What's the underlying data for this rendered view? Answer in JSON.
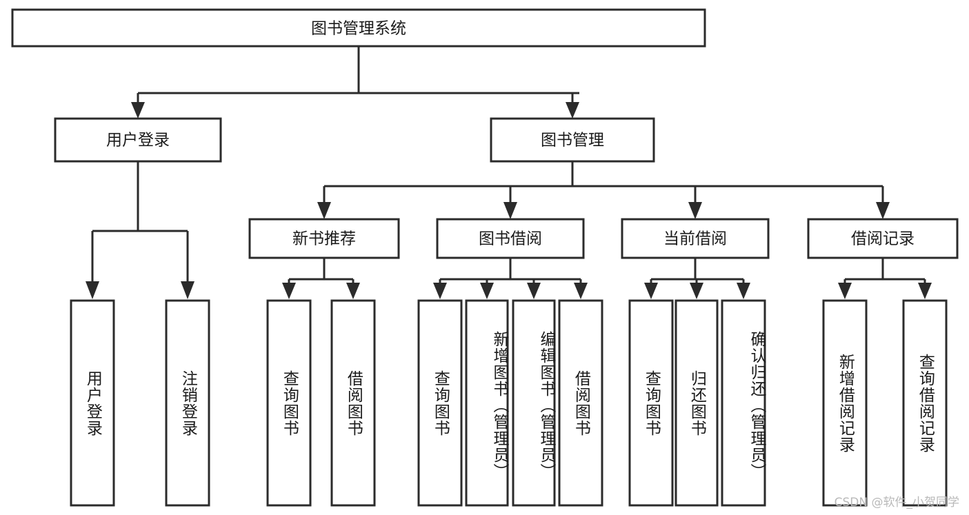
{
  "diagram": {
    "type": "tree",
    "title": "图书管理系统",
    "watermark": "CSDN @软件_小贺同学",
    "root": {
      "label": "图书管理系统"
    },
    "level2": [
      {
        "id": "user-login",
        "label": "用户登录"
      },
      {
        "id": "book-management",
        "label": "图书管理"
      }
    ],
    "level3": [
      {
        "id": "new-book-recommend",
        "label": "新书推荐",
        "parent": "book-management"
      },
      {
        "id": "book-borrow",
        "label": "图书借阅",
        "parent": "book-management"
      },
      {
        "id": "current-borrow",
        "label": "当前借阅",
        "parent": "book-management"
      },
      {
        "id": "borrow-record",
        "label": "借阅记录",
        "parent": "book-management"
      }
    ],
    "leaves": [
      {
        "id": "leaf-user-login",
        "label": "用户登录",
        "parent": "user-login"
      },
      {
        "id": "leaf-logout-login",
        "label": "注销登录",
        "parent": "user-login"
      },
      {
        "id": "leaf-query-book-1",
        "label": "查询图书",
        "parent": "new-book-recommend"
      },
      {
        "id": "leaf-borrow-book-1",
        "label": "借阅图书",
        "parent": "new-book-recommend"
      },
      {
        "id": "leaf-query-book-2",
        "label": "查询图书",
        "parent": "book-borrow"
      },
      {
        "id": "leaf-add-book",
        "label": "新增图书（管理员）",
        "parent": "book-borrow"
      },
      {
        "id": "leaf-edit-book",
        "label": "编辑图书（管理员）",
        "parent": "book-borrow"
      },
      {
        "id": "leaf-borrow-book-2",
        "label": "借阅图书",
        "parent": "book-borrow"
      },
      {
        "id": "leaf-query-book-3",
        "label": "查询图书",
        "parent": "current-borrow"
      },
      {
        "id": "leaf-return-book",
        "label": "归还图书",
        "parent": "current-borrow"
      },
      {
        "id": "leaf-confirm-return",
        "label": "确认归还（管理员）",
        "parent": "current-borrow"
      },
      {
        "id": "leaf-add-record",
        "label": "新增借阅记录",
        "parent": "borrow-record"
      },
      {
        "id": "leaf-query-record",
        "label": "查询借阅记录",
        "parent": "borrow-record"
      }
    ],
    "colors": {
      "stroke": "#2b2b2b",
      "fill": "#ffffff",
      "text": "#1a1a1a",
      "watermark": "#b9b9b9"
    }
  }
}
